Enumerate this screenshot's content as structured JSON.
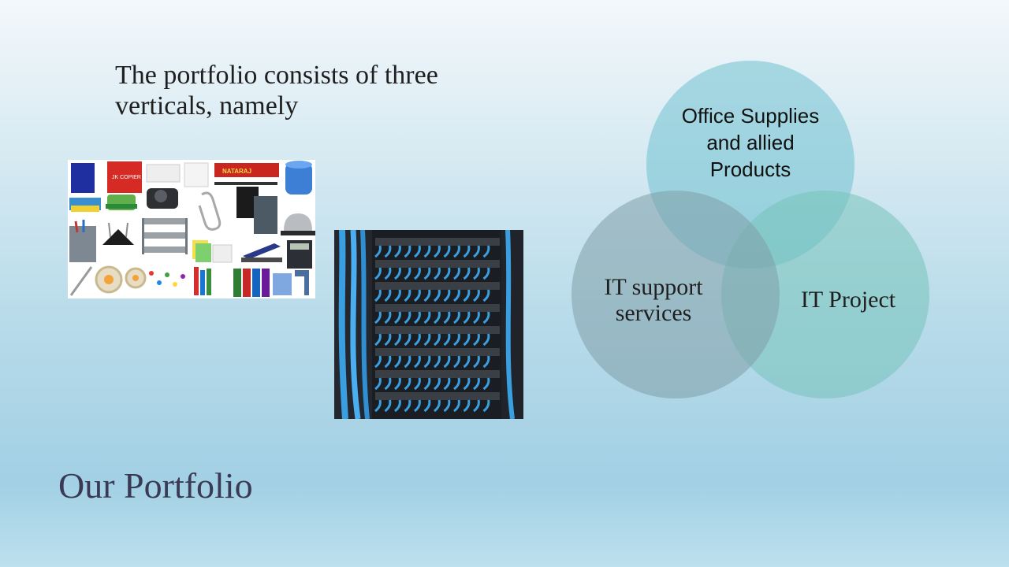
{
  "slide": {
    "intro_line1": "The portfolio consists of three",
    "intro_line2": "verticals, namely",
    "title": "Our Portfolio"
  },
  "venn": {
    "top": {
      "line1": "Office Supplies",
      "line2": "and allied",
      "line3": "Products",
      "color": "#6fc1cf"
    },
    "left": {
      "line1": "IT support",
      "line2": "services",
      "color": "#7f9ea8"
    },
    "right": {
      "line1": "IT Project",
      "color": "#76c3b9"
    }
  },
  "images": {
    "supplies": {
      "brand1": "JK COPIER",
      "brand2": "NATARAJ"
    }
  },
  "colors": {
    "title": "#3a3a55",
    "cable": "#3a9fe0"
  }
}
